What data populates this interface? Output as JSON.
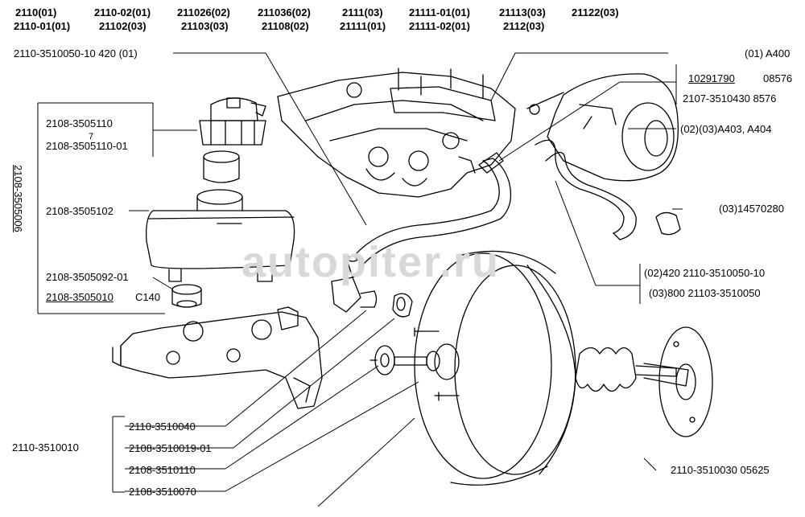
{
  "header": {
    "row1": [
      "2110(01)",
      "2110-02(01)",
      "211026(02)",
      "211036(02)",
      "2111(03)",
      "21111-01(01)",
      "21113(03)",
      "21122(03)"
    ],
    "row2": [
      "2110-01(01)",
      "21102(03)",
      "21103(03)",
      "21108(02)",
      "21111(01)",
      "21111-02(01)",
      "2112(03)"
    ]
  },
  "labels": {
    "hose_top": "2110-3510050-10 420 (01)",
    "cap_a": "2108-3505110",
    "cap_b": "2108-3505110-01",
    "cap_mark": "7",
    "reservoir": "2108-3505102",
    "grommet": "2108-3505092-01",
    "pin": "2108-3505010",
    "pin_suffix": "С140",
    "assembly_vert": "2108-3505006",
    "booster_a": "2110-3510040",
    "booster_b": "2108-3510019-01",
    "booster_c": "2108-3510110",
    "booster_d": "2108-3510070",
    "booster_group": "2110-3510010",
    "manifold": "(01) A400",
    "manifold_b1": "10291790",
    "manifold_b2": "08576",
    "manifold_c": "2107-3510430 8576",
    "hose_right": "(02)(03)A403, A404",
    "clamp": "(03)14570280",
    "hose_alt1": "(02)420  2110-3510050-10",
    "hose_alt2": "(03)800   21103-3510050",
    "booster_bottom": "2110-3510030 05625"
  },
  "watermark": "autopiter.ru"
}
